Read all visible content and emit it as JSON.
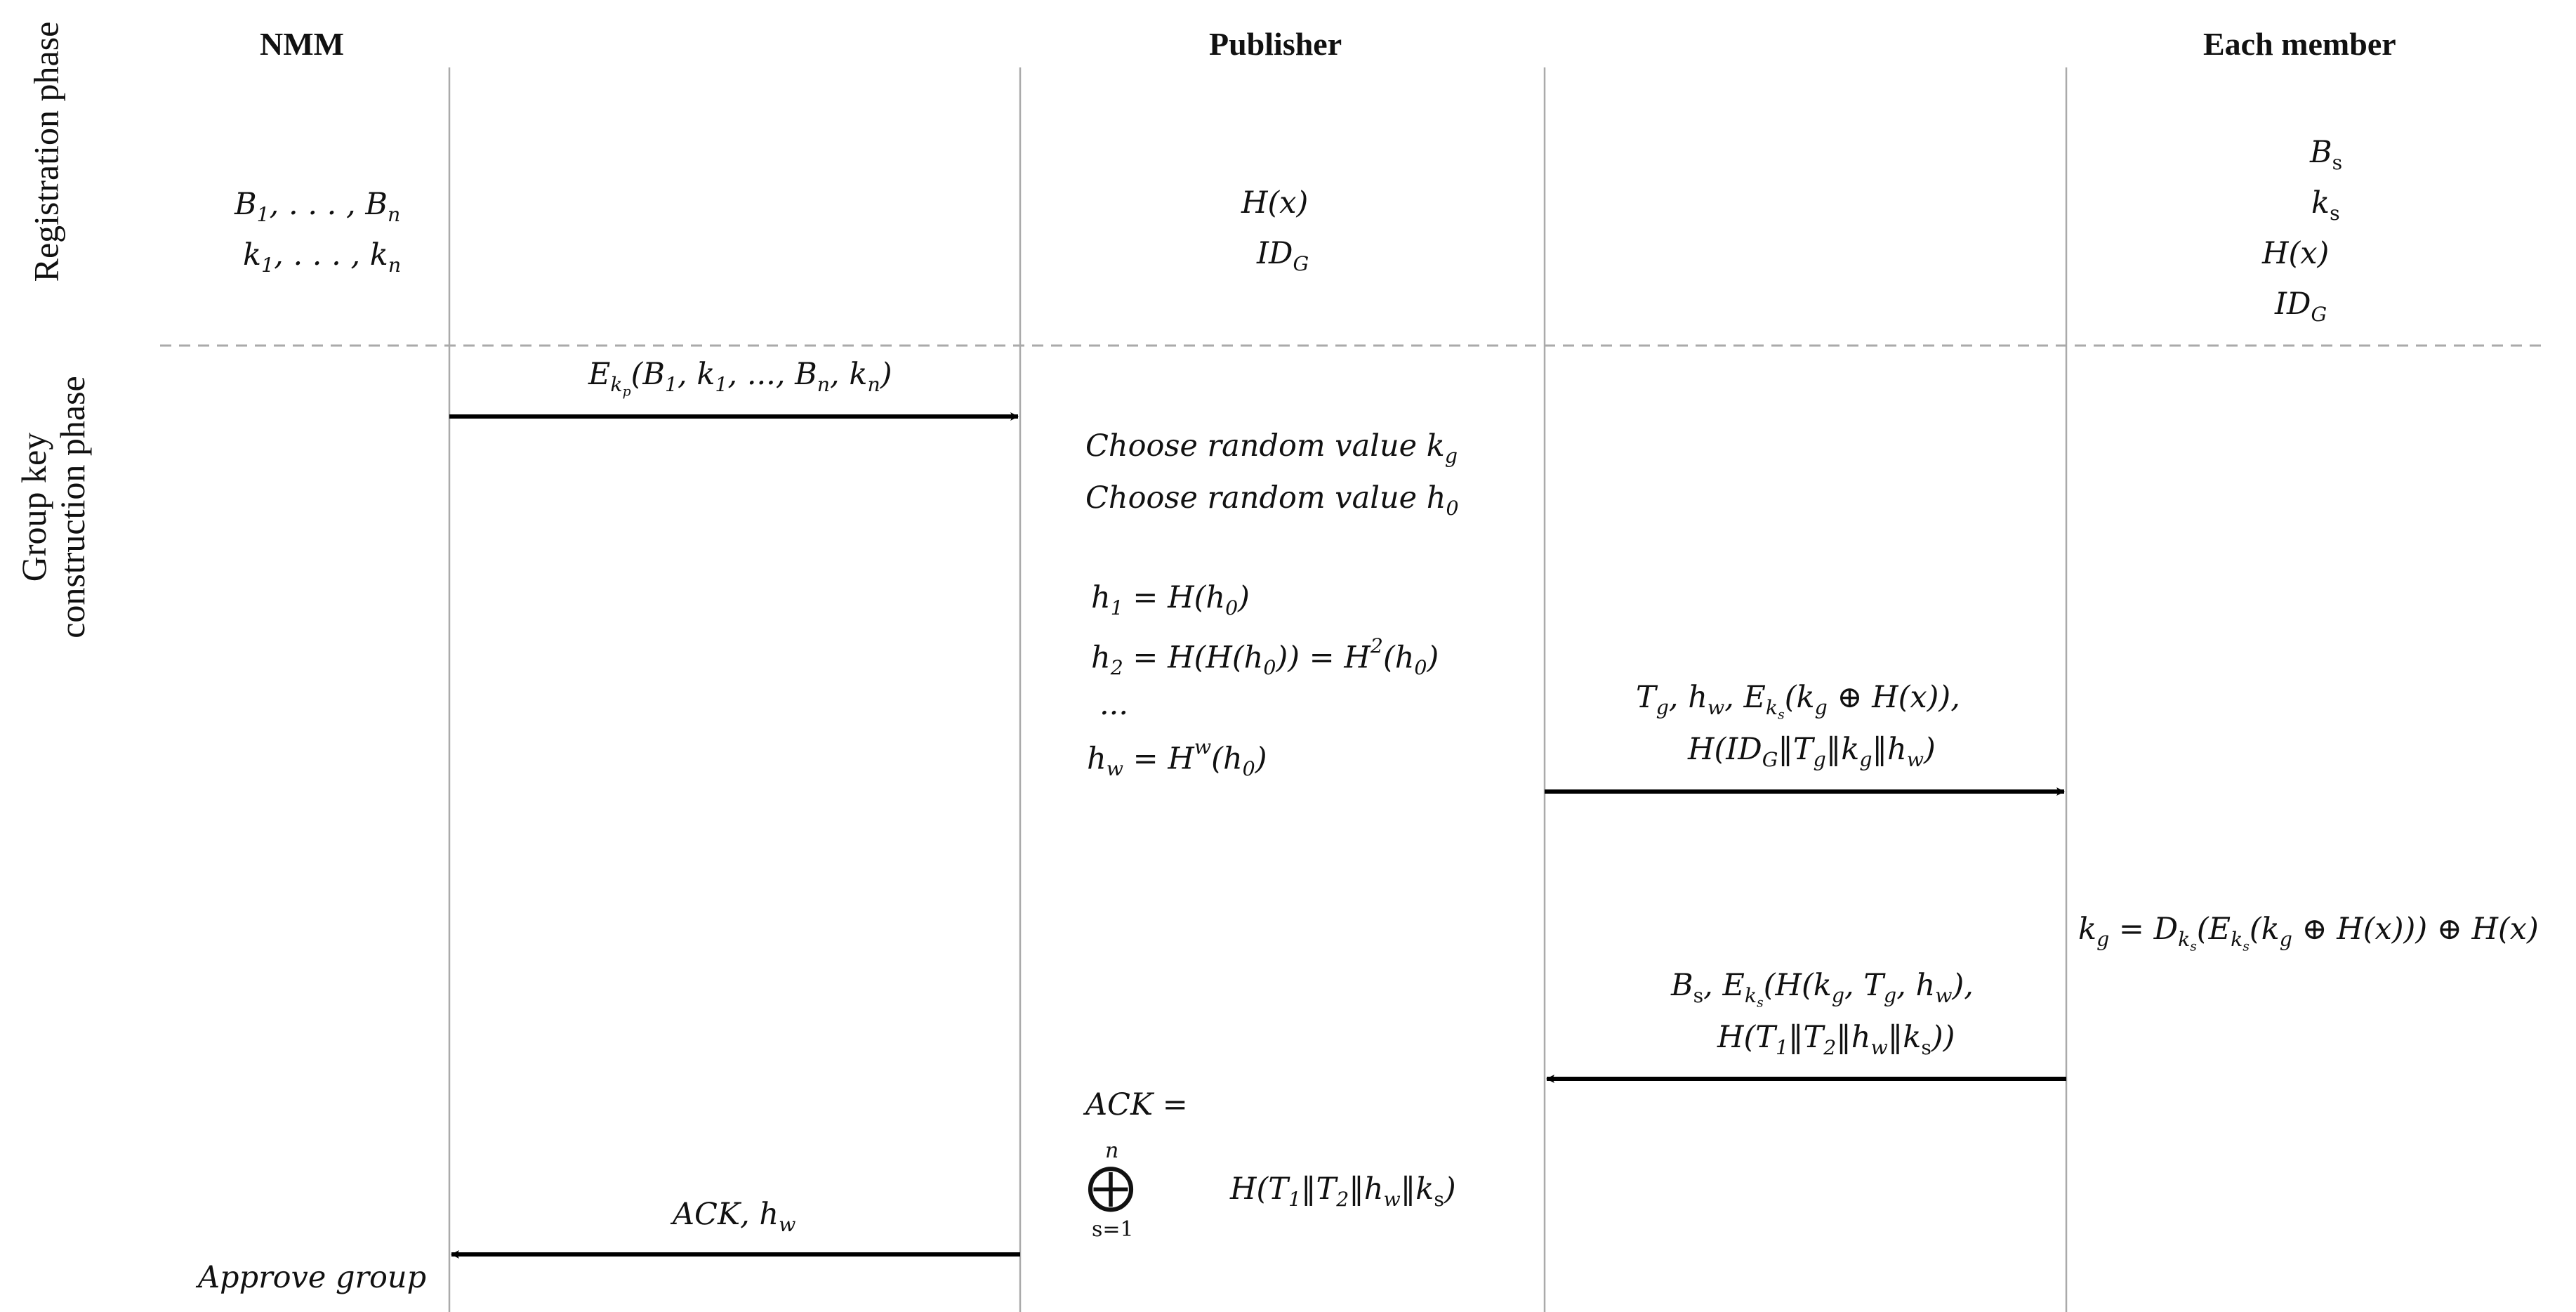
{
  "headers": {
    "nmm": "NMM",
    "publisher": "Publisher",
    "member": "Each member"
  },
  "phases": {
    "registration": "Registration phase",
    "construction_line1": "Group key",
    "construction_line2": "construction phase"
  },
  "registration": {
    "nmm_line1": "B₁, . . . , Bₙ",
    "nmm_line2": "k₁, . . . , kₙ",
    "publisher_line1": "H(x)",
    "publisher_line2": "ID_G",
    "member_line1": "B_s",
    "member_line2": "k_s",
    "member_line3": "H(x)",
    "member_line4": "ID_G"
  },
  "messages": [
    {
      "from": "NMM",
      "to": "Publisher",
      "label": "E_{k_p}(B₁, k₁, ..., Bₙ, kₙ)"
    },
    {
      "from": "Publisher",
      "to": "Each member",
      "label_line1": "T_g, h_w, E_{k_s}(k_g ⊕ H(x)),",
      "label_line2": "H(ID_G‖T_g‖k_g‖h_w)"
    },
    {
      "from": "Each member",
      "to": "Publisher",
      "label_line1": "B_s, E_{k_s}(H(k_g, T_g, h_w),",
      "label_line2": "H(T₁‖T₂‖h_w‖k_s))"
    },
    {
      "from": "Publisher",
      "to": "NMM",
      "label": "ACK, h_w"
    }
  ],
  "publisher_steps": [
    "Choose random value k_g",
    "Choose random value h₀",
    "h₁ = H(h₀)",
    "h₂ = H(H(h₀)) = H²(h₀)",
    "...",
    "h_w = H^w(h₀)"
  ],
  "member_step": "k_g = D_{k_s}(E_{k_s}(k_g ⊕ H(x))) ⊕ H(x)",
  "ack": {
    "lhs": "ACK =",
    "operator": "⨁",
    "upper": "n",
    "lower": "s=1",
    "term": "H(T₁‖T₂‖h_w‖k_s)"
  },
  "nmm_final": "Approve group"
}
